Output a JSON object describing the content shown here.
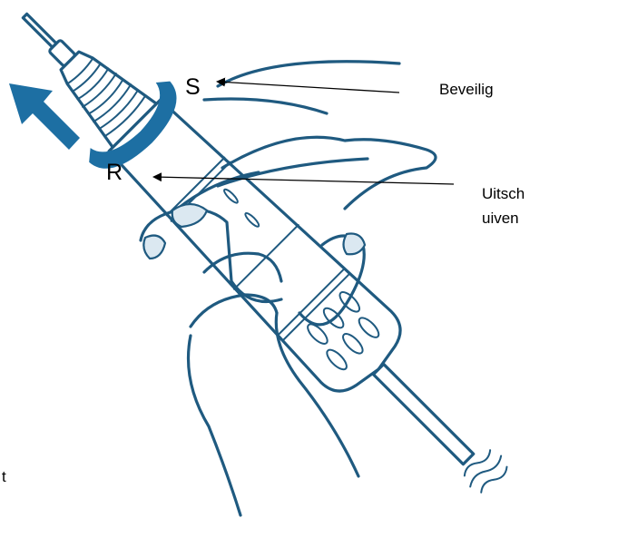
{
  "labels": {
    "s_marker": "S",
    "r_marker": "R",
    "secure": "Beveilig",
    "unscrew_line1": "Uitsch",
    "unscrew_line2": "uiven",
    "fragment": "t"
  },
  "colors": {
    "accent": "#1d6fa3",
    "outline": "#1f5a80",
    "nail_fill": "#dbe8f1",
    "text": "#000000",
    "background": "#ffffff"
  },
  "icons": {
    "direction_arrow": "arrow-up-left-icon"
  }
}
